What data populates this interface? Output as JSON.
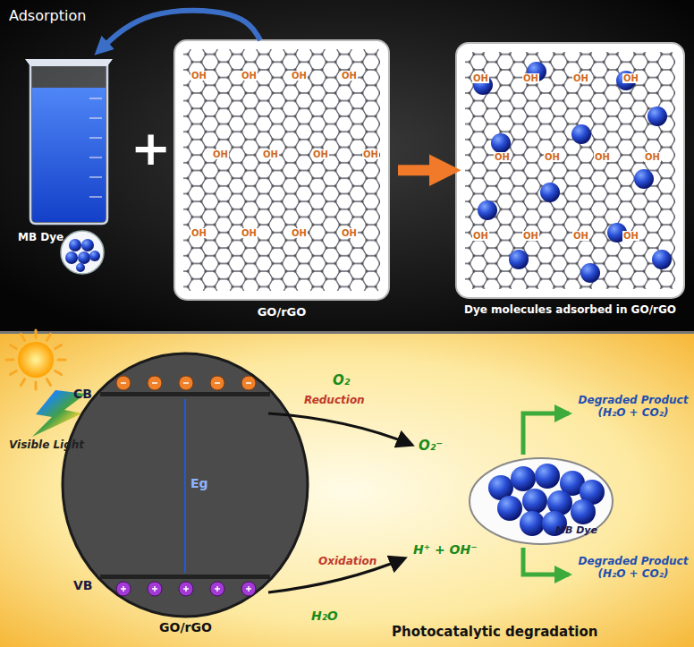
{
  "diagram": {
    "nodes": [
      {
        "text": [
          "MB Dye"
        ]
      },
      {
        "text": [
          "GO/rGO"
        ]
      },
      {
        "text": [
          "Dye molecules adsorbed in GO/rGO"
        ]
      },
      {
        "text": [
          "GO/rGO"
        ]
      },
      {
        "text": [
          "MB Dye"
        ]
      }
    ],
    "edges": [
      {
        "from": 1,
        "to": 0,
        "arrow": "to",
        "label": "Adsorption"
      },
      {
        "from": 1,
        "to": 2,
        "arrow": "to"
      }
    ],
    "labels": [
      "OH",
      "OH",
      "OH",
      "OH",
      "OH",
      "OH",
      "OH",
      "OH",
      "OH",
      "OH",
      "OH",
      "OH",
      "OH",
      "OH",
      "OH",
      "OH",
      "OH",
      "OH",
      "OH",
      "OH",
      "OH",
      "OH",
      "OH",
      "OH",
      "+",
      "Visible Light",
      "CB",
      "VB",
      "Eg",
      "O₂",
      "Reduction",
      "O₂⁻",
      "H₂O",
      "Oxidation",
      "H⁺ + OH⁻",
      "Degraded Product (H₂O + CO₂)",
      "Degraded Product (H₂O + CO₂)",
      "Photocatalytic degradation"
    ]
  }
}
